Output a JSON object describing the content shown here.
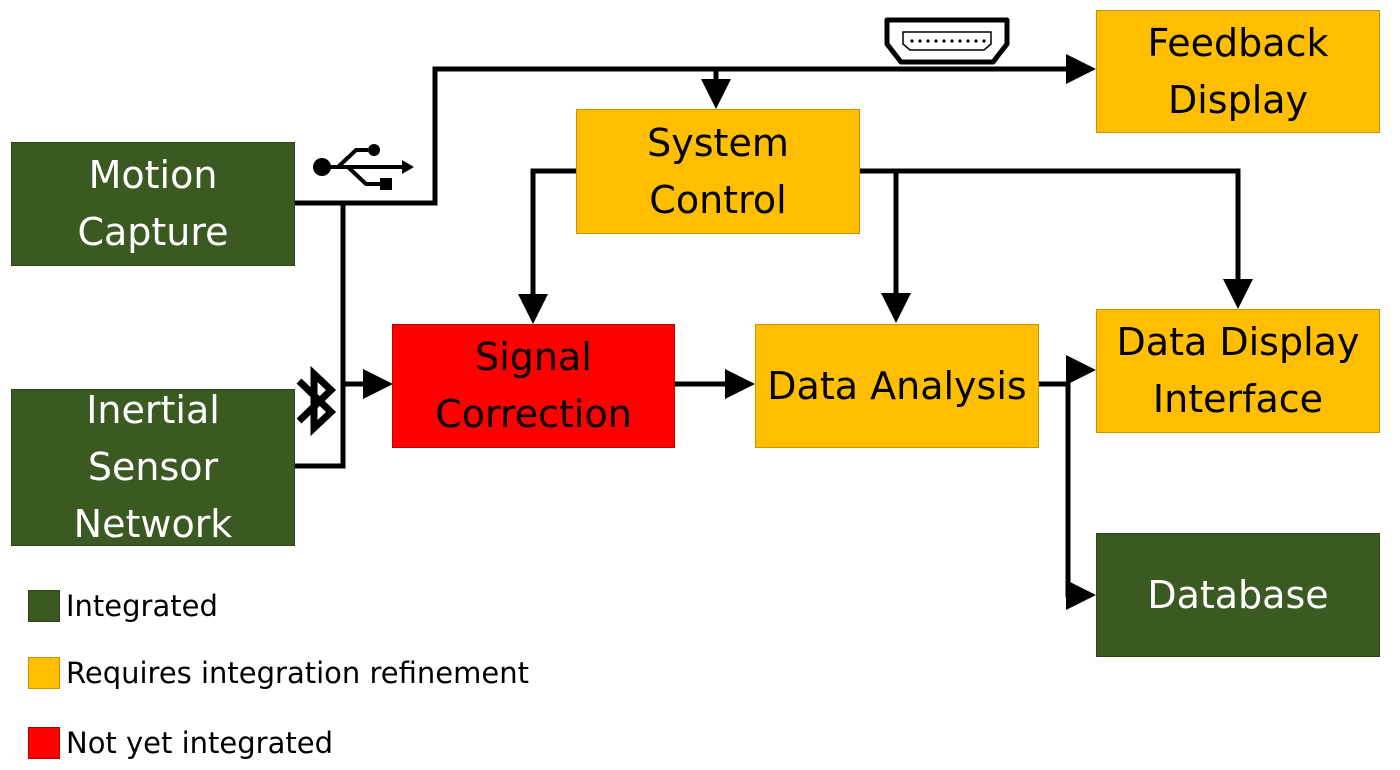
{
  "blocks": {
    "motion_capture": {
      "label": "Motion\nCapture",
      "status": "integrated"
    },
    "inertial_sensor_network": {
      "label": "Inertial\nSensor\nNetwork",
      "status": "integrated"
    },
    "signal_correction": {
      "label": "Signal\nCorrection",
      "status": "not-yet-integrated"
    },
    "system_control": {
      "label": "System\nControl",
      "status": "requires-refinement"
    },
    "data_analysis": {
      "label": "Data Analysis",
      "status": "requires-refinement"
    },
    "feedback_display": {
      "label": "Feedback\nDisplay",
      "status": "requires-refinement"
    },
    "data_display_interface": {
      "label": "Data Display\nInterface",
      "status": "requires-refinement"
    },
    "database": {
      "label": "Database",
      "status": "integrated"
    }
  },
  "connection_icons": [
    "usb-icon",
    "hdmi-icon",
    "bluetooth-icon"
  ],
  "legend": [
    {
      "label": "Integrated",
      "color": "#3a5a22"
    },
    {
      "label": "Requires integration refinement",
      "color": "#ffbf00"
    },
    {
      "label": "Not yet integrated",
      "color": "#ff0000"
    }
  ],
  "colors": {
    "integrated": "#3a5a22",
    "requires-refinement": "#ffbf00",
    "not-yet-integrated": "#ff0000",
    "line": "#000000"
  }
}
